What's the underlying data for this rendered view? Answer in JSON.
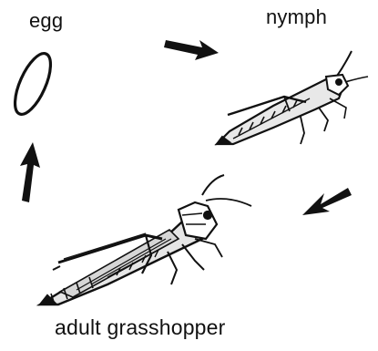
{
  "labels": {
    "egg": "egg",
    "nymph": "nymph",
    "adult": "adult grasshopper"
  },
  "colors": {
    "ink": "#111111",
    "background": "#ffffff"
  },
  "stages": [
    {
      "id": "egg",
      "icon": "egg-icon"
    },
    {
      "id": "nymph",
      "icon": "grasshopper-nymph-icon"
    },
    {
      "id": "adult",
      "icon": "adult-grasshopper-icon"
    }
  ],
  "cycle_arrows": [
    "egg-to-nymph",
    "nymph-to-adult",
    "adult-to-egg"
  ]
}
